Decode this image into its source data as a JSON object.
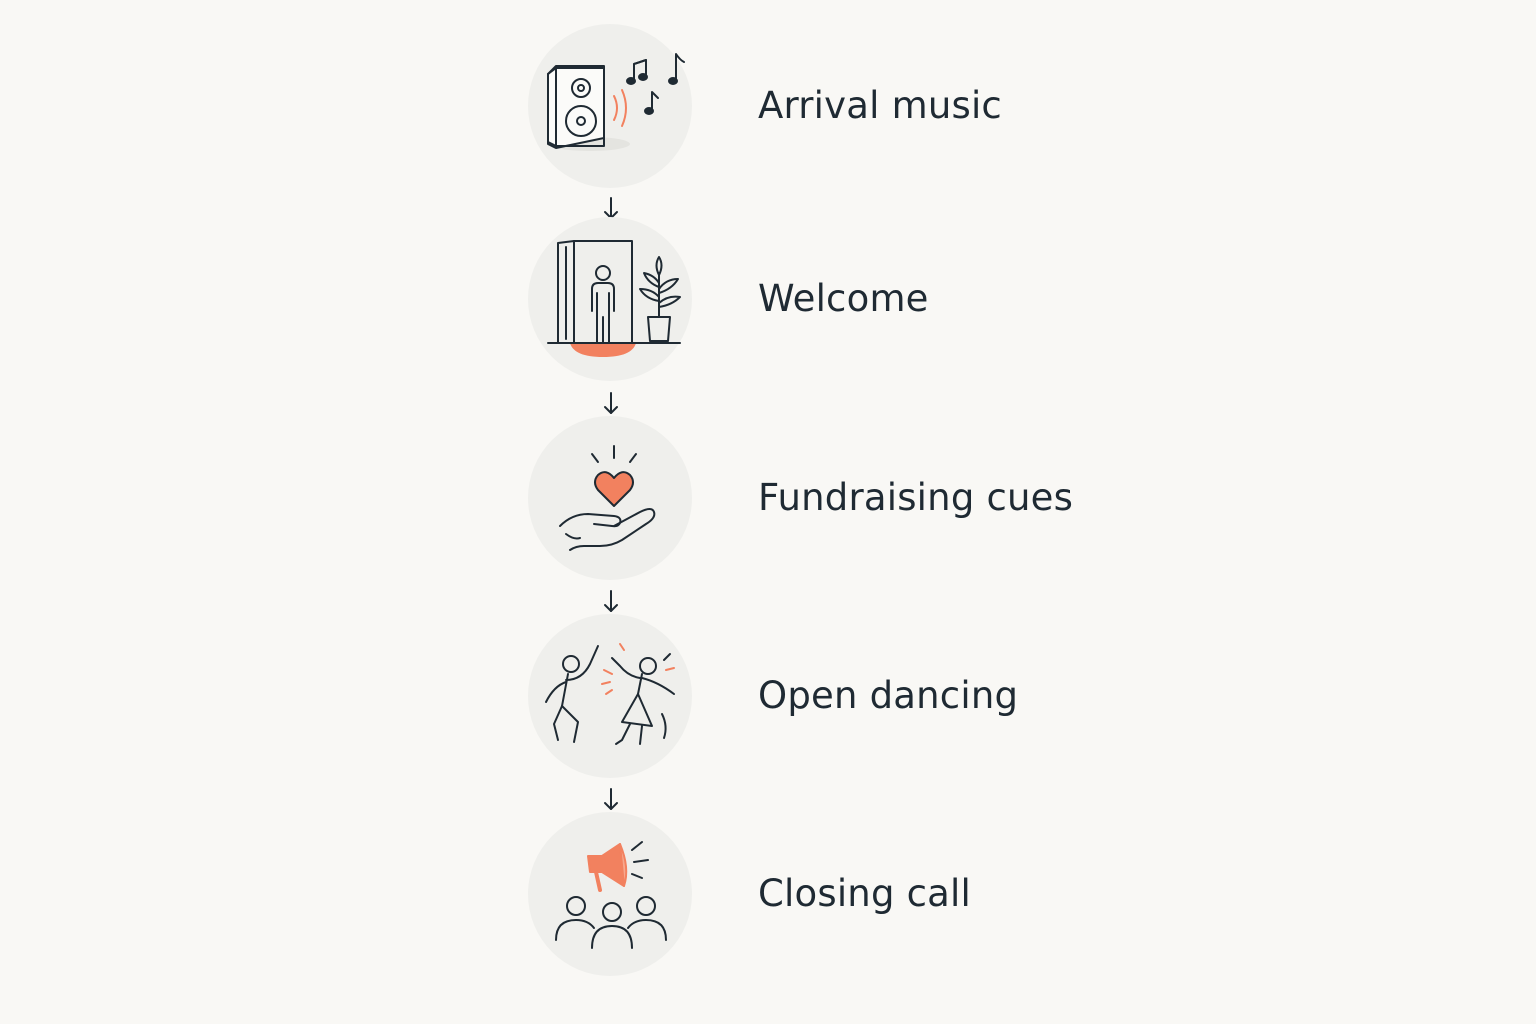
{
  "accent_color": "#f2815f",
  "line_color": "#1f2a33",
  "steps": [
    {
      "label": "Arrival music",
      "icon": "speaker-music-icon"
    },
    {
      "label": "Welcome",
      "icon": "doorway-person-icon"
    },
    {
      "label": "Fundraising cues",
      "icon": "heart-in-hand-icon"
    },
    {
      "label": "Open dancing",
      "icon": "dancing-couple-icon"
    },
    {
      "label": "Closing call",
      "icon": "megaphone-crowd-icon"
    }
  ]
}
